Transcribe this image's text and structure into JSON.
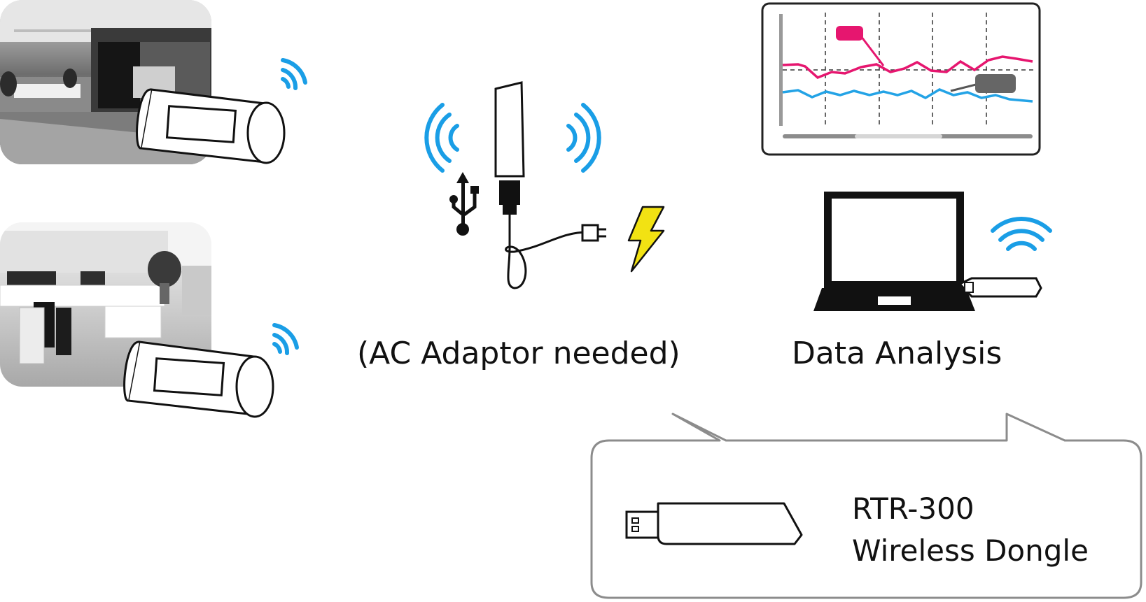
{
  "labels": {
    "ac_adaptor": "(AC Adaptor needed)",
    "data_analysis": "Data Analysis"
  },
  "dongle": {
    "model": "RTR-300",
    "name": "Wireless Dongle"
  },
  "colors": {
    "wireless_blue": "#1a9ee6",
    "series_magenta": "#e6166f",
    "series_cyan": "#23a3e6",
    "bolt_yellow": "#f2e213",
    "outline": "#111111",
    "callout_border": "#8c8c8c"
  },
  "icons": {
    "usb": "usb-icon",
    "power": "lightning-icon",
    "wireless": "wireless-signal-icon"
  }
}
